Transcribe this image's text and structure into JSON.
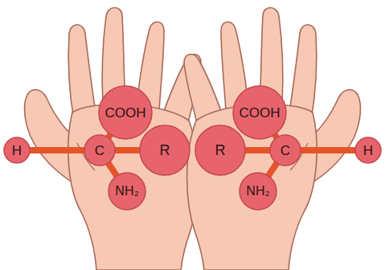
{
  "diagram": {
    "nodes": [
      {
        "text": [
          "COOH"
        ]
      },
      {
        "text": [
          "H"
        ]
      },
      {
        "text": [
          "C"
        ]
      },
      {
        "text": [
          "R"
        ]
      },
      {
        "text": [
          "NH₂"
        ]
      },
      {
        "text": [
          "COOH"
        ]
      },
      {
        "text": [
          "R"
        ]
      },
      {
        "text": [
          "C"
        ]
      },
      {
        "text": [
          "H"
        ]
      },
      {
        "text": [
          "NH₂"
        ]
      }
    ],
    "edges": [
      {
        "from": 2,
        "to": 1,
        "arrow": "none"
      },
      {
        "from": 2,
        "to": 0,
        "arrow": "none"
      },
      {
        "from": 2,
        "to": 3,
        "arrow": "none"
      },
      {
        "from": 2,
        "to": 4,
        "arrow": "none"
      },
      {
        "from": 7,
        "to": 8,
        "arrow": "none"
      },
      {
        "from": 7,
        "to": 5,
        "arrow": "none"
      },
      {
        "from": 7,
        "to": 6,
        "arrow": "none"
      },
      {
        "from": 7,
        "to": 9,
        "arrow": "none"
      }
    ]
  }
}
